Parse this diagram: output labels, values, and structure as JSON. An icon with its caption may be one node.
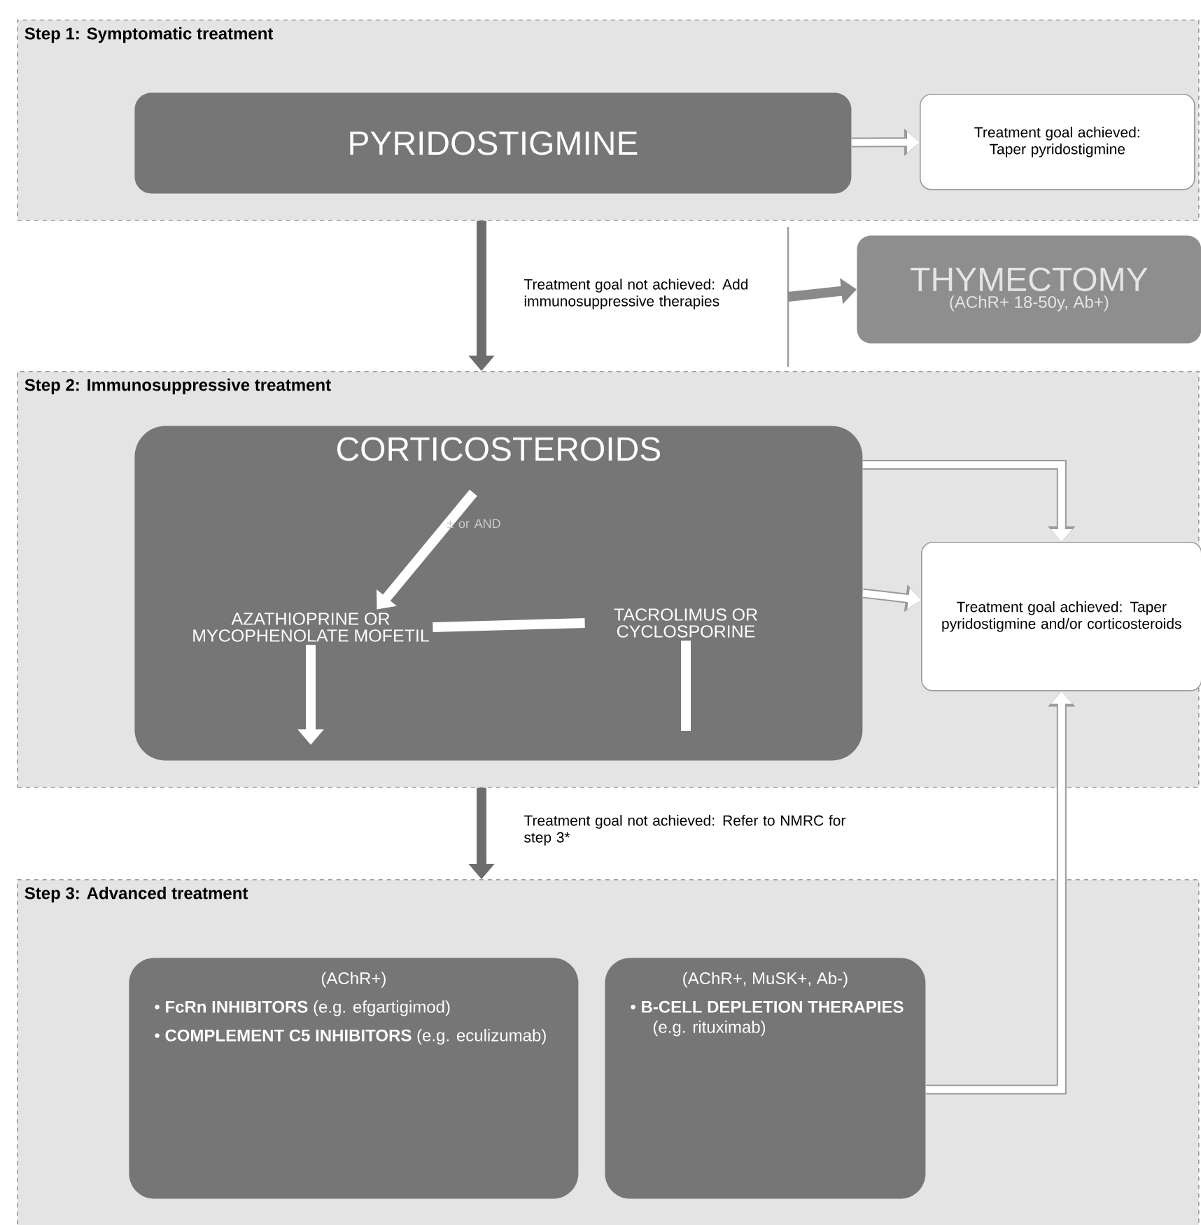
{
  "diagram": {
    "nodes": [
      {
        "text": [
          "Step 1: Symptomatic treatment"
        ]
      },
      {
        "text": [
          "PYRIDOSTIGMINE"
        ],
        "in": 0
      },
      {
        "text": [
          "Treatment goal achieved: Taper pyridostigmine"
        ],
        "in": 0
      },
      {
        "text": [
          "Treatment goal not achieved: Add immunosuppressive therapies"
        ]
      },
      {
        "text": [
          "THYMECTOMY",
          "(AChR+ 18-50y, Ab+)"
        ]
      },
      {
        "text": [
          "Step 2: Immunosuppressive treatment"
        ]
      },
      {
        "text": [
          "CORTICOSTEROIDS"
        ],
        "in": 5
      },
      {
        "text": [
          "AZATHIOPRINE OR MYCOPHENOLATE MOFETIL"
        ],
        "in": 6
      },
      {
        "text": [
          "TACROLIMUS OR CYCLOSPORINE"
        ],
        "in": 6
      },
      {
        "text": [
          "Treatment goal achieved: Taper pyridostigmine and/or corticosteroids"
        ],
        "in": 5
      },
      {
        "text": [
          "Treatment goal not achieved: Refer to NMRC for step 3*"
        ]
      },
      {
        "text": [
          "Step 3: Advanced treatment"
        ]
      },
      {
        "text": [
          "(AChR+)",
          "• **FcRn INHIBITORS** (e.g. efgartigimod)",
          "• **COMPLEMENT C5 INHIBITORS** (e.g. eculizumab)"
        ],
        "in": 11
      },
      {
        "text": [
          "(AChR+, MuSK+, Ab-)",
          "• **B-CELL DEPLETION THERAPIES** (e.g. rituximab)"
        ],
        "in": 11
      }
    ],
    "edges": [
      {
        "from": 1,
        "to": 2,
        "arrow": "to"
      },
      {
        "from": 0,
        "to": 5,
        "arrow": "to",
        "color": "#6d6d6d"
      },
      {
        "from": null,
        "to": 4,
        "arrow": "to",
        "color": "#8a8a8a"
      },
      {
        "from": 6,
        "to": 7,
        "arrow": "to",
        "label": "± or AND",
        "color": "#ffffff"
      },
      {
        "from": 7,
        "to": null,
        "arrow": "to",
        "color": "#ffffff"
      },
      {
        "from": 8,
        "to": null,
        "arrow": "none",
        "color": "#ffffff"
      },
      {
        "from": 7,
        "to": 8,
        "arrow": "none",
        "color": "#ffffff"
      },
      {
        "from": 6,
        "to": 9,
        "arrow": "to"
      },
      {
        "from": 6,
        "to": 9,
        "arrow": "to"
      },
      {
        "from": 5,
        "to": 11,
        "arrow": "to",
        "color": "#6d6d6d"
      },
      {
        "from": 13,
        "to": 9,
        "arrow": "to"
      }
    ]
  }
}
